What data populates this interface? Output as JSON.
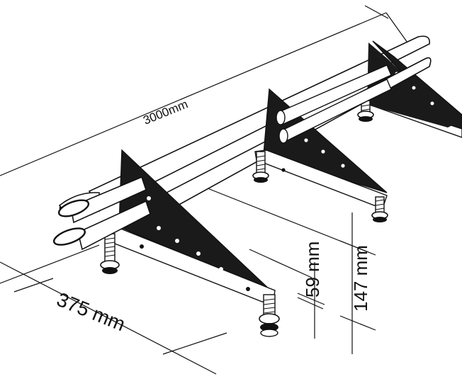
{
  "dimensions": {
    "length": "3000mm",
    "depth": "375 mm",
    "height_small": "59 mm",
    "height_large": "147 mm"
  },
  "colors": {
    "ink": "#111111",
    "bracket": "#1a1a1a",
    "tube": "#ffffff",
    "background": "#ffffff"
  },
  "icons": {
    "bracket": "triangular-bracket",
    "tube": "oval-tube",
    "bolt": "threaded-bolt"
  }
}
